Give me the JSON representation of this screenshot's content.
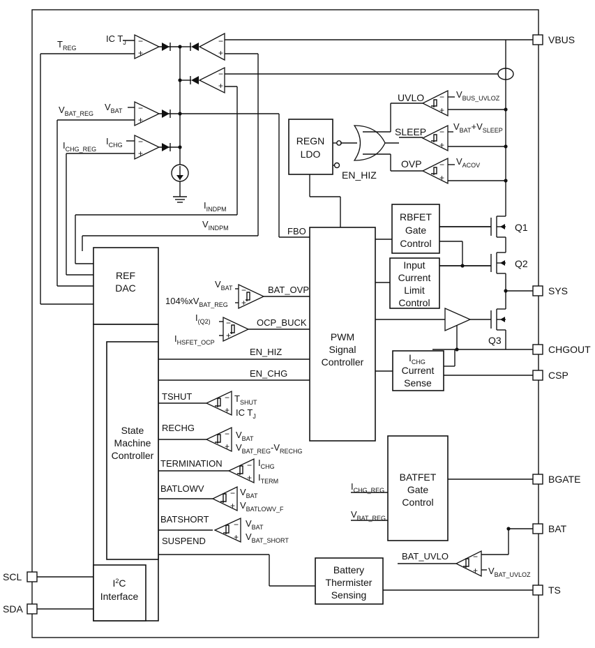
{
  "pins": {
    "vbus": "VBUS",
    "sys": "SYS",
    "chgout": "CHGOUT",
    "csp": "CSP",
    "bgate": "BGATE",
    "bat": "BAT",
    "ts": "TS",
    "scl": "SCL",
    "sda": "SDA"
  },
  "blocks": {
    "regn_ldo": [
      "REGN",
      "LDO"
    ],
    "rbfet": [
      "RBFET",
      "Gate",
      "Control"
    ],
    "input_current": [
      "Input",
      "Current",
      "Limit",
      "Control"
    ],
    "ichg_sense_l2": "Current",
    "ichg_sense_l3": "Sense",
    "ichg_sense_sub": "CHG",
    "ichg_sense_main": "I",
    "pwm": [
      "PWM",
      "Signal",
      "Controller"
    ],
    "ref_dac": [
      "REF",
      "DAC"
    ],
    "state_machine": [
      "State",
      "Machine",
      "Controller"
    ],
    "i2c_a": "I",
    "i2c_sup": "2",
    "i2c_b": "C",
    "i2c_l2": "Interface",
    "batfet": [
      "BATFET",
      "Gate",
      "Control"
    ],
    "thermister": [
      "Battery",
      "Thermister",
      "Sensing"
    ]
  },
  "transistors": {
    "q1": "Q1",
    "q2": "Q2",
    "q3": "Q3"
  },
  "signals": {
    "treg_main": "T",
    "treg_sub": "REG",
    "ictj_main": "IC T",
    "ictj_sub": "J",
    "vbat_main": "V",
    "vbat_sub": "BAT",
    "vbatreg_main": "V",
    "vbatreg_sub": "BAT_REG",
    "ichg_main": "I",
    "ichg_sub": "CHG",
    "ichgreg_main": "I",
    "ichgreg_sub": "CHG_REG",
    "iindpm_main": "I",
    "iindpm_sub": "INDPM",
    "vindpm_main": "V",
    "vindpm_sub": "INDPM",
    "fbo": "FBO",
    "en_hiz": "EN_HIZ",
    "en_chg": "EN_CHG",
    "uvlo": "UVLO",
    "sleep": "SLEEP",
    "ovp": "OVP",
    "vbusuvloz_main": "V",
    "vbusuvloz_sub": "BUS_UVLOZ",
    "vsleep_a": "V",
    "vsleep_a_sub": "BAT",
    "vsleep_plus": "+V",
    "vsleep_sub": "SLEEP",
    "vacov_main": "V",
    "vacov_sub": "ACOV",
    "bat_ovp": "BAT_OVP",
    "vbat104_a": "104%xV",
    "vbat104_sub": "BAT_REG",
    "iq2_main": "I",
    "iq2_sub": "(Q2)",
    "ihsfet_main": "I",
    "ihsfet_sub": "HSFET_OCP",
    "ocp_buck": "OCP_BUCK",
    "tshut": "TSHUT",
    "tshut_t_main": "T",
    "tshut_t_sub": "SHUT",
    "rechg": "RECHG",
    "rechg_vbatreg_main": "V",
    "rechg_vbatreg_sub": "BAT_REG",
    "rechg_minus": "-V",
    "rechg_minus_sub": "RECHG",
    "termination": "TERMINATION",
    "iterm_main": "I",
    "iterm_sub": "TERM",
    "batlowv": "BATLOWV",
    "vbatlowv_main": "V",
    "vbatlowv_sub": "BATLOWV_F",
    "batshort": "BATSHORT",
    "vbatshort_main": "V",
    "vbatshort_sub": "BAT_SHORT",
    "suspend": "SUSPEND",
    "bat_uvlo": "BAT_UVLO",
    "vbatuvloz_main": "V",
    "vbatuvloz_sub": "BAT_UVLOZ"
  }
}
